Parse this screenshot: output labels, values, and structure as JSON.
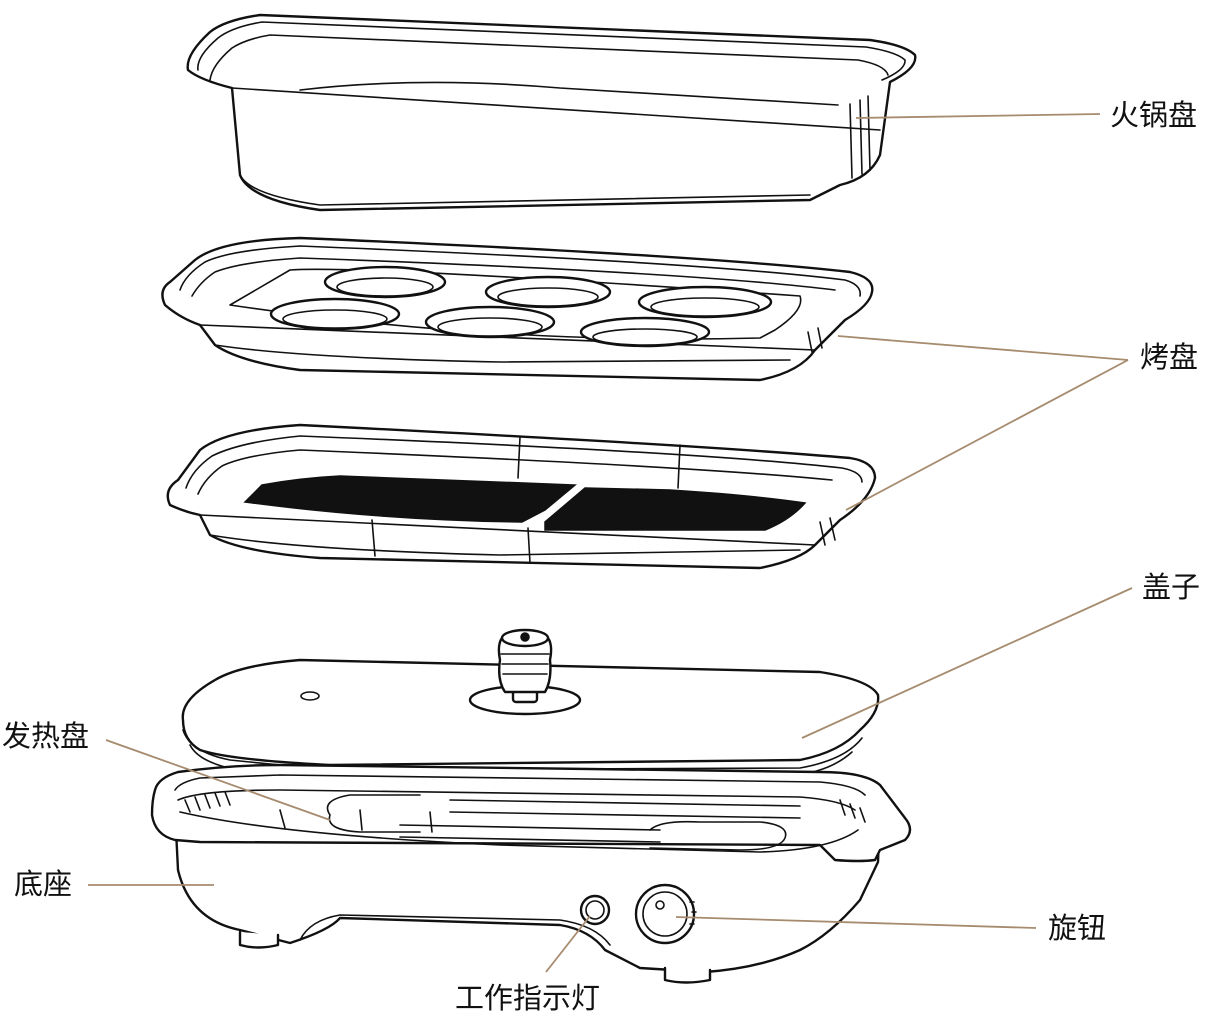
{
  "colors": {
    "leader": "#a68b6e",
    "line": "#111111",
    "background": "#ffffff"
  },
  "labels": {
    "hotpot_pan": "火锅盘",
    "grill_pan": "烤盘",
    "lid": "盖子",
    "heating_plate": "发热盘",
    "base": "底座",
    "knob": "旋钮",
    "indicator_light": "工作指示灯"
  }
}
